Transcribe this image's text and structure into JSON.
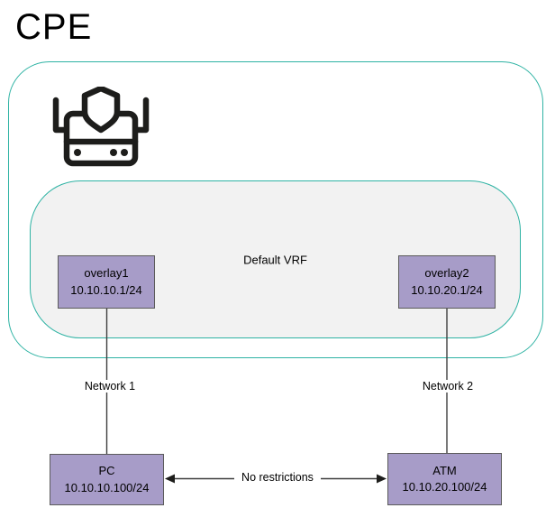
{
  "title": "CPE",
  "colors": {
    "container_border": "#2fb3a4",
    "vrf_fill": "#f2f2f2",
    "node_fill": "#a79cc8",
    "node_border": "#5b5b5b",
    "connector": "#3f3f3f",
    "icon": "#1d1d1b"
  },
  "cpe": {
    "icon": "secure-router-icon",
    "vrf": {
      "label": "Default VRF",
      "interfaces": [
        {
          "name": "overlay1",
          "ip": "10.10.10.1/24"
        },
        {
          "name": "overlay2",
          "ip": "10.10.20.1/24"
        }
      ]
    }
  },
  "links": {
    "network1": "Network 1",
    "network2": "Network 2",
    "pc_atm": "No restrictions"
  },
  "hosts": [
    {
      "name": "PC",
      "ip": "10.10.10.100/24"
    },
    {
      "name": "ATM",
      "ip": "10.10.20.100/24"
    }
  ]
}
